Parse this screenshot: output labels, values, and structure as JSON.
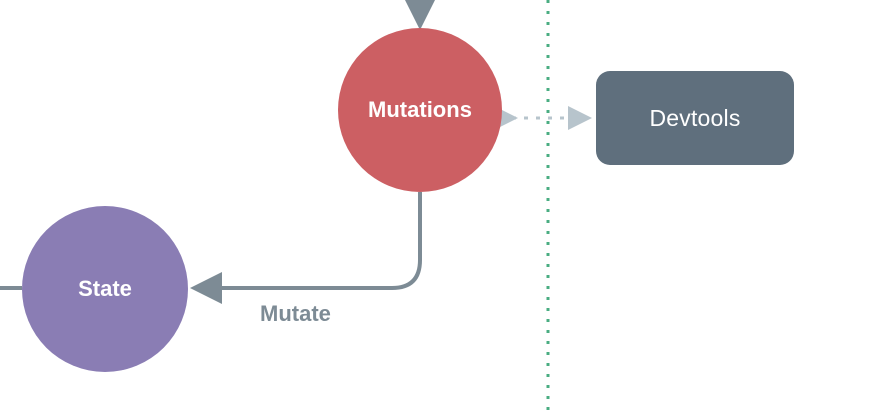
{
  "diagram": {
    "nodes": {
      "mutations": {
        "label": "Mutations",
        "color": "#cc5f63"
      },
      "state": {
        "label": "State",
        "color": "#8a7db4"
      },
      "devtools": {
        "label": "Devtools",
        "color": "#5f6f7d"
      }
    },
    "edges": {
      "mutate": {
        "label": "Mutate",
        "color": "#7d8b95"
      },
      "devtools_link": {
        "color": "#b7c4cc"
      },
      "boundary": {
        "color": "#49ad82"
      }
    }
  }
}
